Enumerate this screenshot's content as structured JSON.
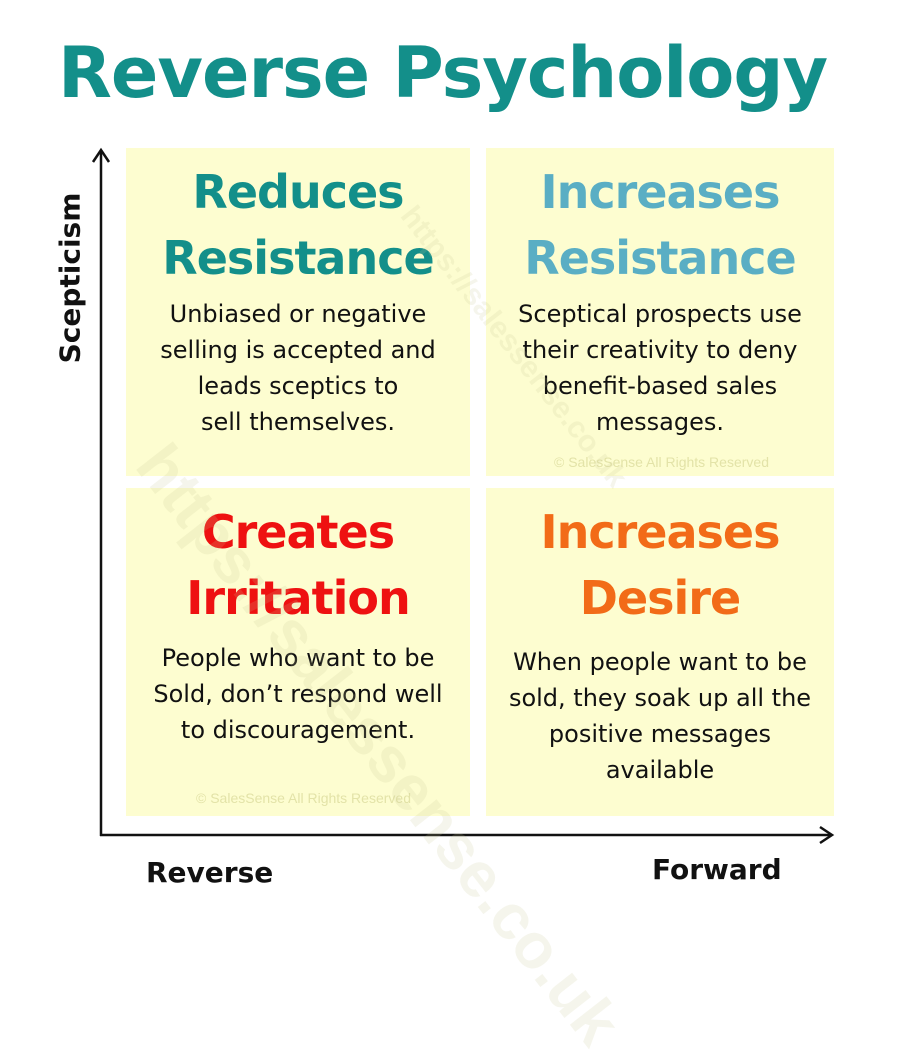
{
  "title": "Reverse Psychology",
  "axes": {
    "y_label": "Scepticism",
    "x_label_left": "Reverse",
    "x_label_right": "Forward"
  },
  "quadrants": {
    "top_left": {
      "heading": [
        "Reduces",
        "Resistance"
      ],
      "color": "#138f8a",
      "body": [
        "Unbiased or negative",
        "selling is accepted and",
        "leads sceptics to",
        "sell themselves."
      ]
    },
    "top_right": {
      "heading": [
        "Increases",
        "Resistance"
      ],
      "color": "#5aaec4",
      "body": [
        "Sceptical prospects use",
        "their creativity to deny",
        "benefit-based sales",
        "messages."
      ],
      "copyright": "© SalesSense All Rights Reserved"
    },
    "bottom_left": {
      "heading": [
        "Creates",
        "Irritation"
      ],
      "color": "#ee1111",
      "body": [
        "People who want to be",
        "Sold, don’t respond well",
        "to discouragement."
      ],
      "copyright": "© SalesSense All Rights Reserved"
    },
    "bottom_right": {
      "heading": [
        "Increases",
        "Desire"
      ],
      "color": "#f26b18",
      "body": [
        "When people want to be",
        "sold, they soak up all the",
        "positive messages",
        "available"
      ]
    }
  },
  "watermark": {
    "large": "https://salessense.co.uk",
    "small": "https://salessense.co.uk"
  }
}
